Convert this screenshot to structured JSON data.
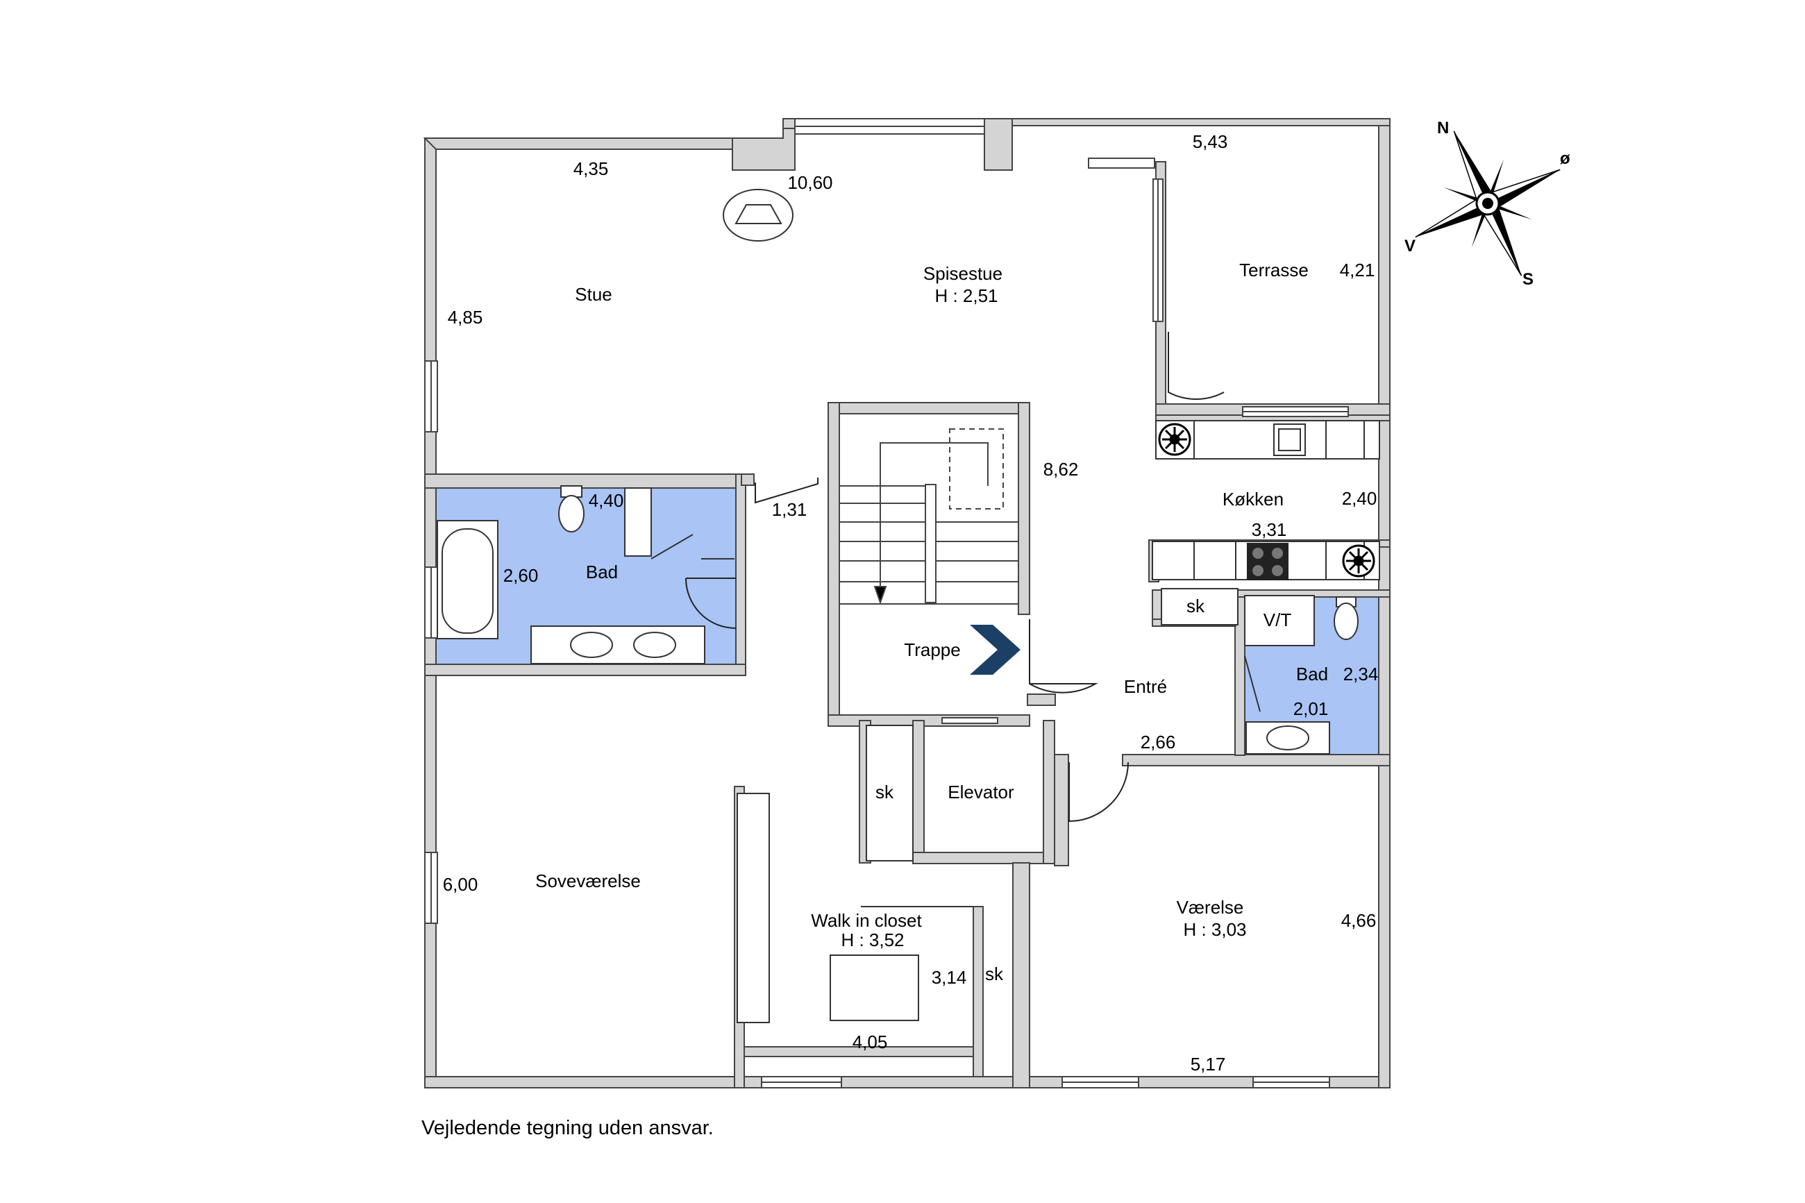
{
  "rooms": {
    "stue": "Stue",
    "spisestue": "Spisestue",
    "spisestue_height": "H : 2,51",
    "terrasse": "Terrasse",
    "kokken": "Køkken",
    "bad_left": "Bad",
    "bad_right": "Bad",
    "trappe": "Trappe",
    "entre": "Entré",
    "elevator": "Elevator",
    "sovevaerelse": "Soveværelse",
    "walk_in_closet": "Walk in closet",
    "walk_in_closet_height": "H : 3,52",
    "vaerelse": "Værelse",
    "vaerelse_height": "H : 3,03",
    "sk_1": "sk",
    "sk_2": "sk",
    "sk_3": "sk",
    "vt": "V/T"
  },
  "dimensions": {
    "d_4_35": "4,35",
    "d_10_60": "10,60",
    "d_5_43": "5,43",
    "d_4_85": "4,85",
    "d_4_21": "4,21",
    "d_8_62": "8,62",
    "d_4_40": "4,40",
    "d_1_31": "1,31",
    "d_2_40": "2,40",
    "d_2_60": "2,60",
    "d_3_31": "3,31",
    "d_2_34": "2,34",
    "d_2_01": "2,01",
    "d_2_66": "2,66",
    "d_6_00": "6,00",
    "d_4_66": "4,66",
    "d_3_14": "3,14",
    "d_4_05": "4,05",
    "d_5_17": "5,17"
  },
  "compass": {
    "n": "N",
    "e": "ø",
    "s": "S",
    "w": "V"
  },
  "disclaimer": "Vejledende tegning uden ansvar.",
  "colors": {
    "wet_room": "#a9c4f5",
    "wall": "#d4d4d4",
    "stair_arrow": "#1c3f66"
  }
}
